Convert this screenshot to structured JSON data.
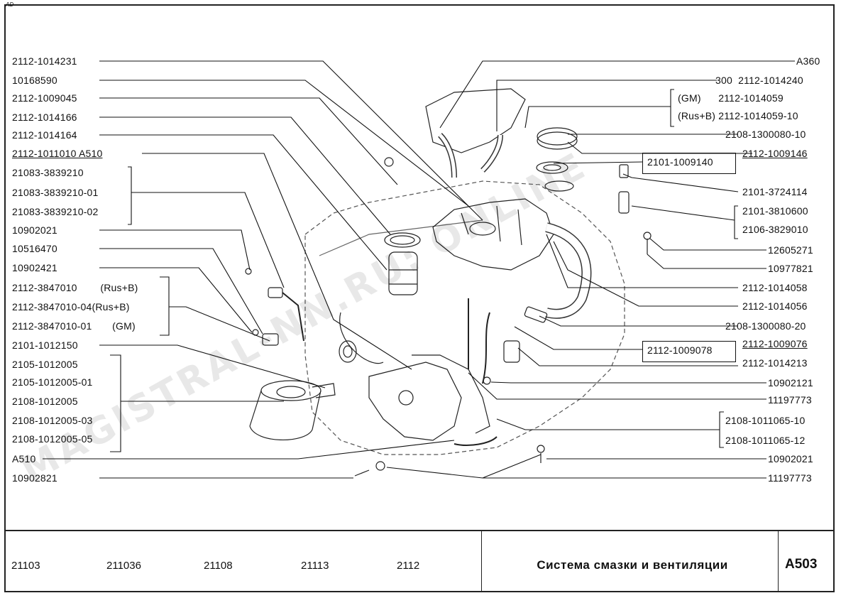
{
  "corner_mark": "AD",
  "watermark": "MAGISTRAL-NN.RU: ONLINE",
  "left_labels": [
    "2112-1014231",
    "10168590",
    "2112-1009045",
    "2112-1014166",
    "2112-1014164",
    "2112-1011010  A510",
    "21083-3839210",
    "21083-3839210-01",
    "21083-3839210-02",
    "10902021",
    "10516470",
    "10902421",
    "2112-3847010        (Rus+B)",
    "2112-3847010-04(Rus+B)",
    "2112-3847010-01       (GM)",
    "2101-1012150",
    "2105-1012005",
    "2105-1012005-01",
    "2108-1012005",
    "2108-1012005-03",
    "2108-1012005-05",
    "A510",
    "10902821"
  ],
  "right_labels": [
    "A360",
    "300  2112-1014240",
    "(GM)      2112-1014059",
    "(Rus+B) 2112-1014059-10",
    "2108-1300080-10",
    "2112-1009146",
    "2101-1009140",
    "2101-3724114",
    "2101-3810600",
    "2106-3829010",
    "12605271",
    "10977821",
    "2112-1014058",
    "2112-1014056",
    "2108-1300080-20",
    "2112-1009078",
    "2112-1009076",
    "2112-1014213",
    "10902121",
    "11197773",
    "2108-1011065-10",
    "2108-1011065-12",
    "10902021",
    "11197773"
  ],
  "footer": {
    "models": [
      "21103",
      "211036",
      "21108",
      "21113",
      "2112"
    ],
    "title": "Система смазки и вентиляции",
    "code": "A503"
  }
}
